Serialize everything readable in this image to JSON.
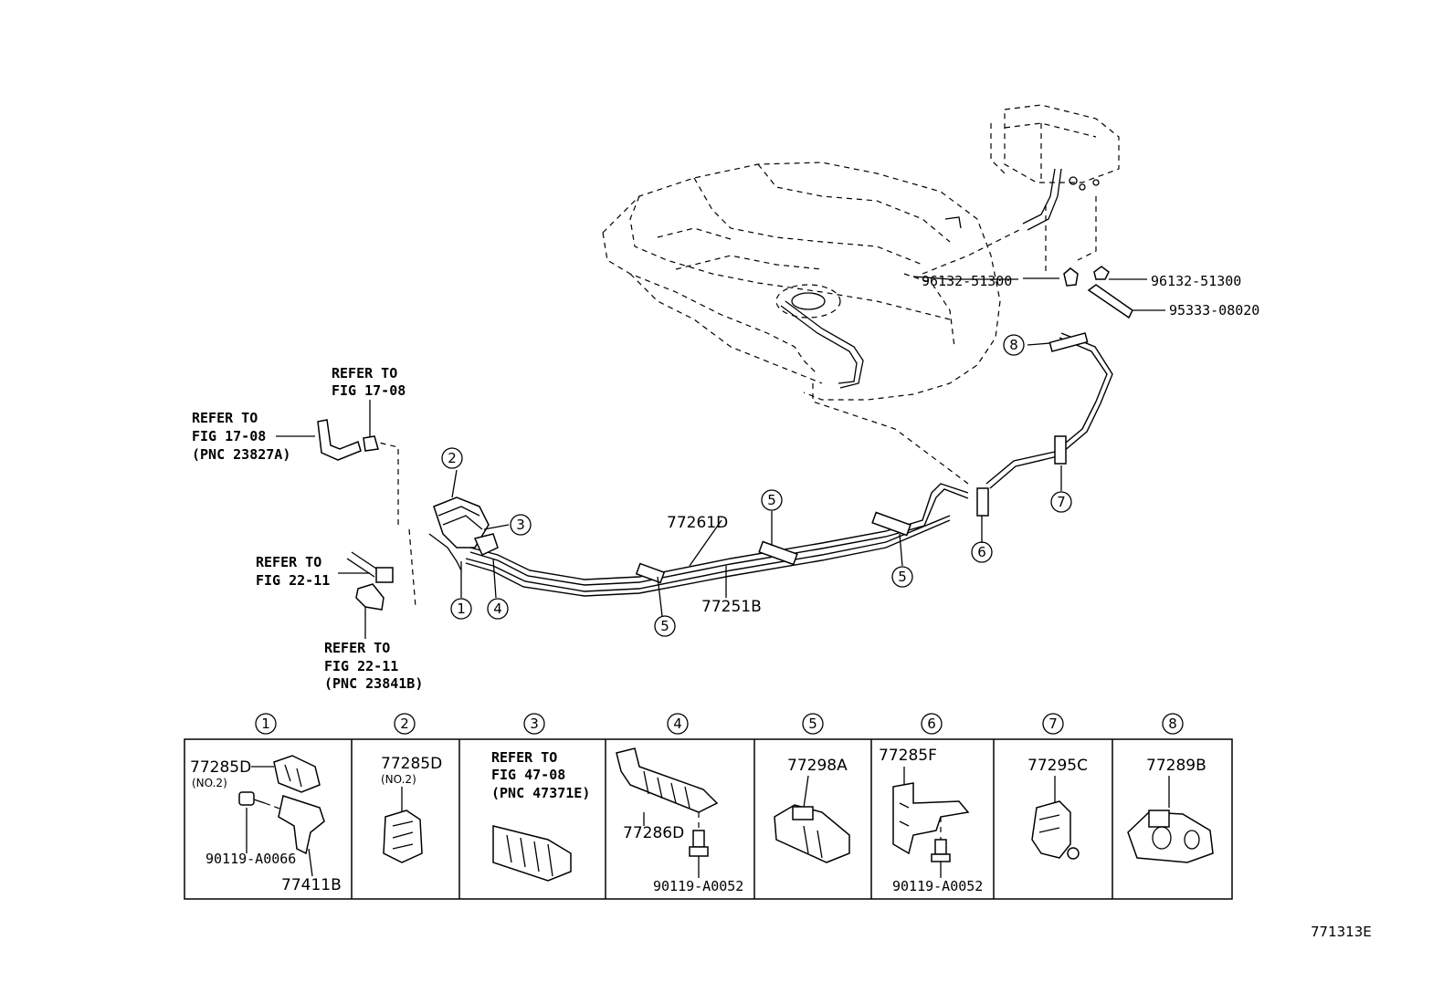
{
  "callouts": {
    "refer_top_1": "REFER TO",
    "refer_top_2": "FIG 17-08",
    "refer_left_1": "REFER TO",
    "refer_left_2": "FIG 17-08",
    "refer_left_3": "(PNC 23827A)",
    "refer_mid_1": "REFER TO",
    "refer_mid_2": "FIG 22-11",
    "refer_bot_1": "REFER TO",
    "refer_bot_2": "FIG 22-11",
    "refer_bot_3": "(PNC 23841B)"
  },
  "parts": {
    "clamp_hose_a": "96132-51300",
    "clamp_hose_b": "96132-51300",
    "hose": "95333-08020",
    "tube_upper": "77261D",
    "tube_lower": "77251B"
  },
  "markers": {
    "m1": "1",
    "m2": "2",
    "m3": "3",
    "m4": "4",
    "m5a": "5",
    "m5b": "5",
    "m5c": "5",
    "m6": "6",
    "m7": "7",
    "m8": "8"
  },
  "detail_table": {
    "headers": [
      "1",
      "2",
      "3",
      "4",
      "5",
      "6",
      "7",
      "8"
    ],
    "cell1": {
      "pn1": "77285D",
      "note": "(NO.2)",
      "pn2": "90119-A0066",
      "pn3": "77411B"
    },
    "cell2": {
      "pn1": "77285D",
      "note": "(NO.2)"
    },
    "cell3": {
      "ref1": "REFER TO",
      "ref2": "FIG 47-08",
      "ref3": "(PNC 47371E)"
    },
    "cell4": {
      "pn1": "77286D",
      "pn2": "90119-A0052"
    },
    "cell5": {
      "pn1": "77298A"
    },
    "cell6": {
      "pn1": "77285F",
      "pn2": "90119-A0052"
    },
    "cell7": {
      "pn1": "77295C"
    },
    "cell8": {
      "pn1": "77289B"
    }
  },
  "illustration_id": "771313E"
}
